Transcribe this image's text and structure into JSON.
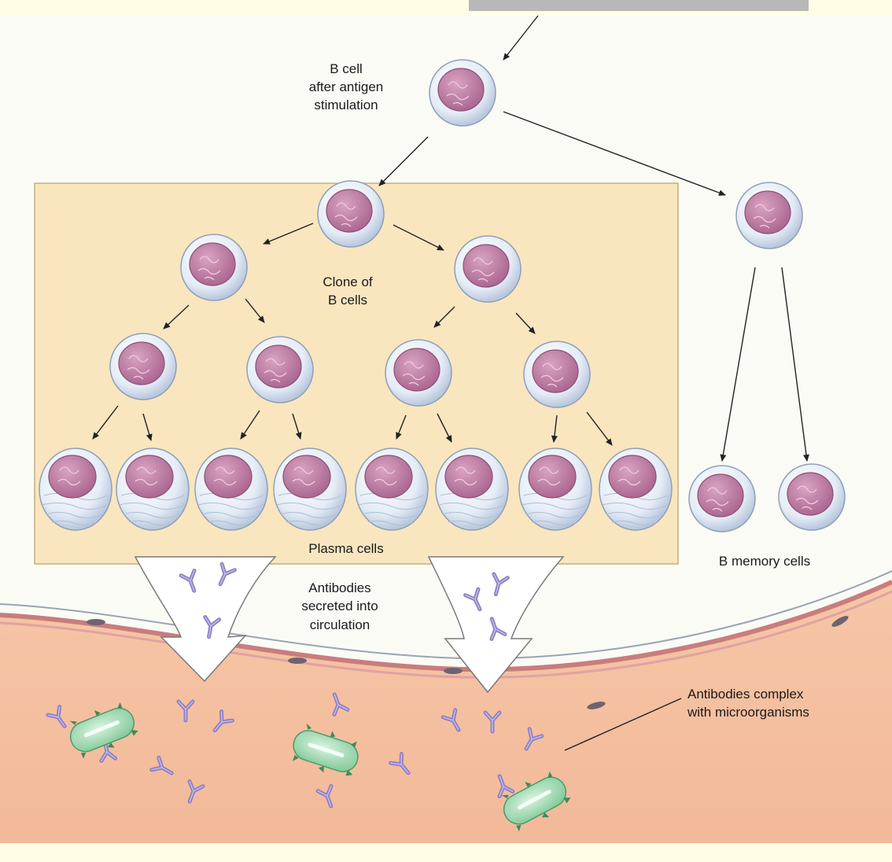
{
  "labels": {
    "b_cell_1": "B cell",
    "b_cell_2": "after antigen",
    "b_cell_3": "stimulation",
    "clone_1": "Clone of",
    "clone_2": "B cells",
    "plasma": "Plasma cells",
    "memory": "B memory cells",
    "antibodies_1": "Antibodies",
    "antibodies_2": "secreted into",
    "antibodies_3": "circulation",
    "complex_1": "Antibodies complex",
    "complex_2": "with microorganisms"
  },
  "colors": {
    "page_band": "#fffde6",
    "clone_panel": "#f9e6bf",
    "cell_body": "#e4ecf6",
    "nucleus": "#c07fa6",
    "vessel_interior": "#f6c6a6",
    "vessel_wall": "#c97d7d",
    "antibody": "#8c7fc4",
    "bacterium": "#9fd6ae",
    "header_bar": "#b8b8b8"
  }
}
